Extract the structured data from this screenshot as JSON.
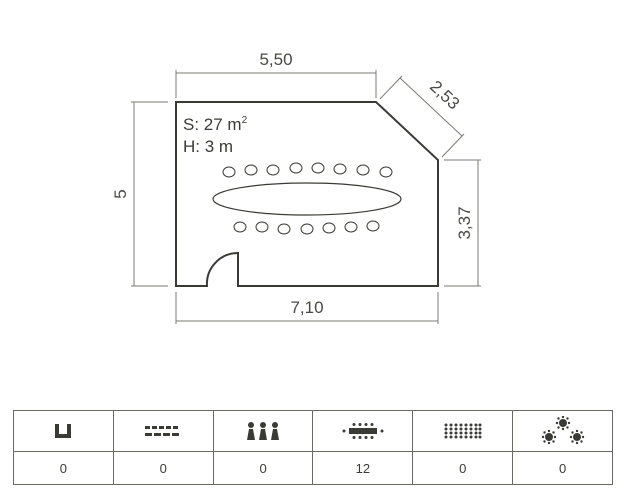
{
  "room": {
    "area_label": "S: 27 m",
    "area_sup": "2",
    "height_label": "H: 3 m",
    "dimensions": {
      "top": "5,50",
      "diagonal": "2,53",
      "left": "5",
      "right": "3,37",
      "bottom": "7,10"
    }
  },
  "capacity": [
    {
      "layout": "u-shape-icon",
      "value": "0"
    },
    {
      "layout": "theatre-rows-icon",
      "value": "0"
    },
    {
      "layout": "people-icon",
      "value": "0"
    },
    {
      "layout": "boardroom-icon",
      "value": "12"
    },
    {
      "layout": "classroom-grid-icon",
      "value": "0"
    },
    {
      "layout": "banquet-rounds-icon",
      "value": "0"
    }
  ],
  "colors": {
    "line": "#3b3b36",
    "dim_line": "#7a7a72"
  }
}
